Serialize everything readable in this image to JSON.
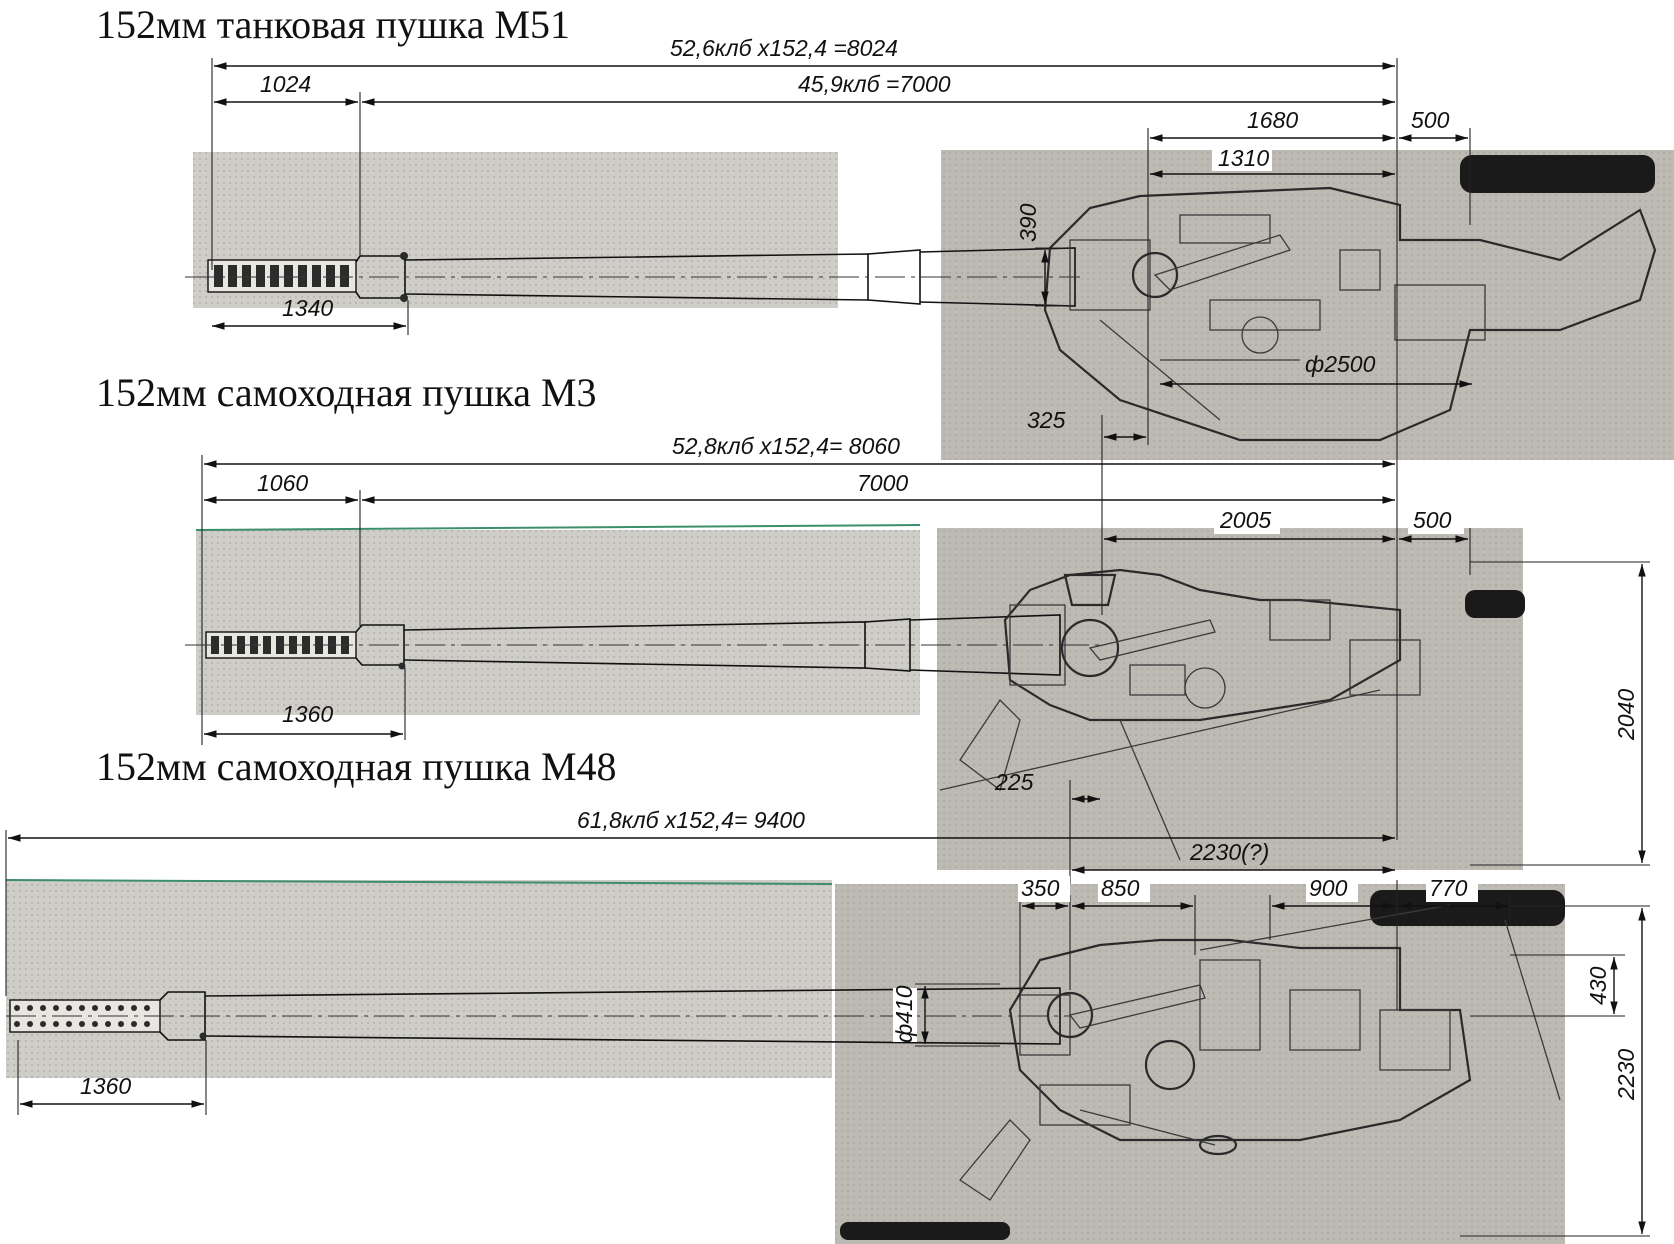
{
  "sections": [
    {
      "id": "m51",
      "title": "152мм танковая пушка М51",
      "dimensions": {
        "overall_calibers": "52,6клб  x152,4    =8024",
        "muzzle_brake": "1024",
        "barrel_to_trunnion": "45,9клб  =7000",
        "muzzle_assembly": "1340",
        "recoil": "1680",
        "breech": "500",
        "cradle": "1310",
        "vertical": "390",
        "turret_ring": "ф2500",
        "trunnion_offset": "325"
      }
    },
    {
      "id": "m3",
      "title": "152мм самоходная пушка М3",
      "dimensions": {
        "overall_calibers": "52,8клб  x152,4=  8060",
        "muzzle_brake": "1060",
        "barrel_to_trunnion": "7000",
        "muzzle_assembly": "1360",
        "recoil": "2005",
        "breech": "500",
        "height": "2040",
        "trunnion_offset": "225",
        "rear": "2230(?)"
      }
    },
    {
      "id": "m48",
      "title": "152мм самоходная пушка М48",
      "dimensions": {
        "overall_calibers": "61,8клб  x152,4=  9400",
        "muzzle_assembly": "1360",
        "seg1": "350",
        "seg2": "850",
        "seg3": "900",
        "seg4": "770",
        "diameter": "ф410",
        "vertical": "430",
        "height": "2230"
      }
    }
  ]
}
